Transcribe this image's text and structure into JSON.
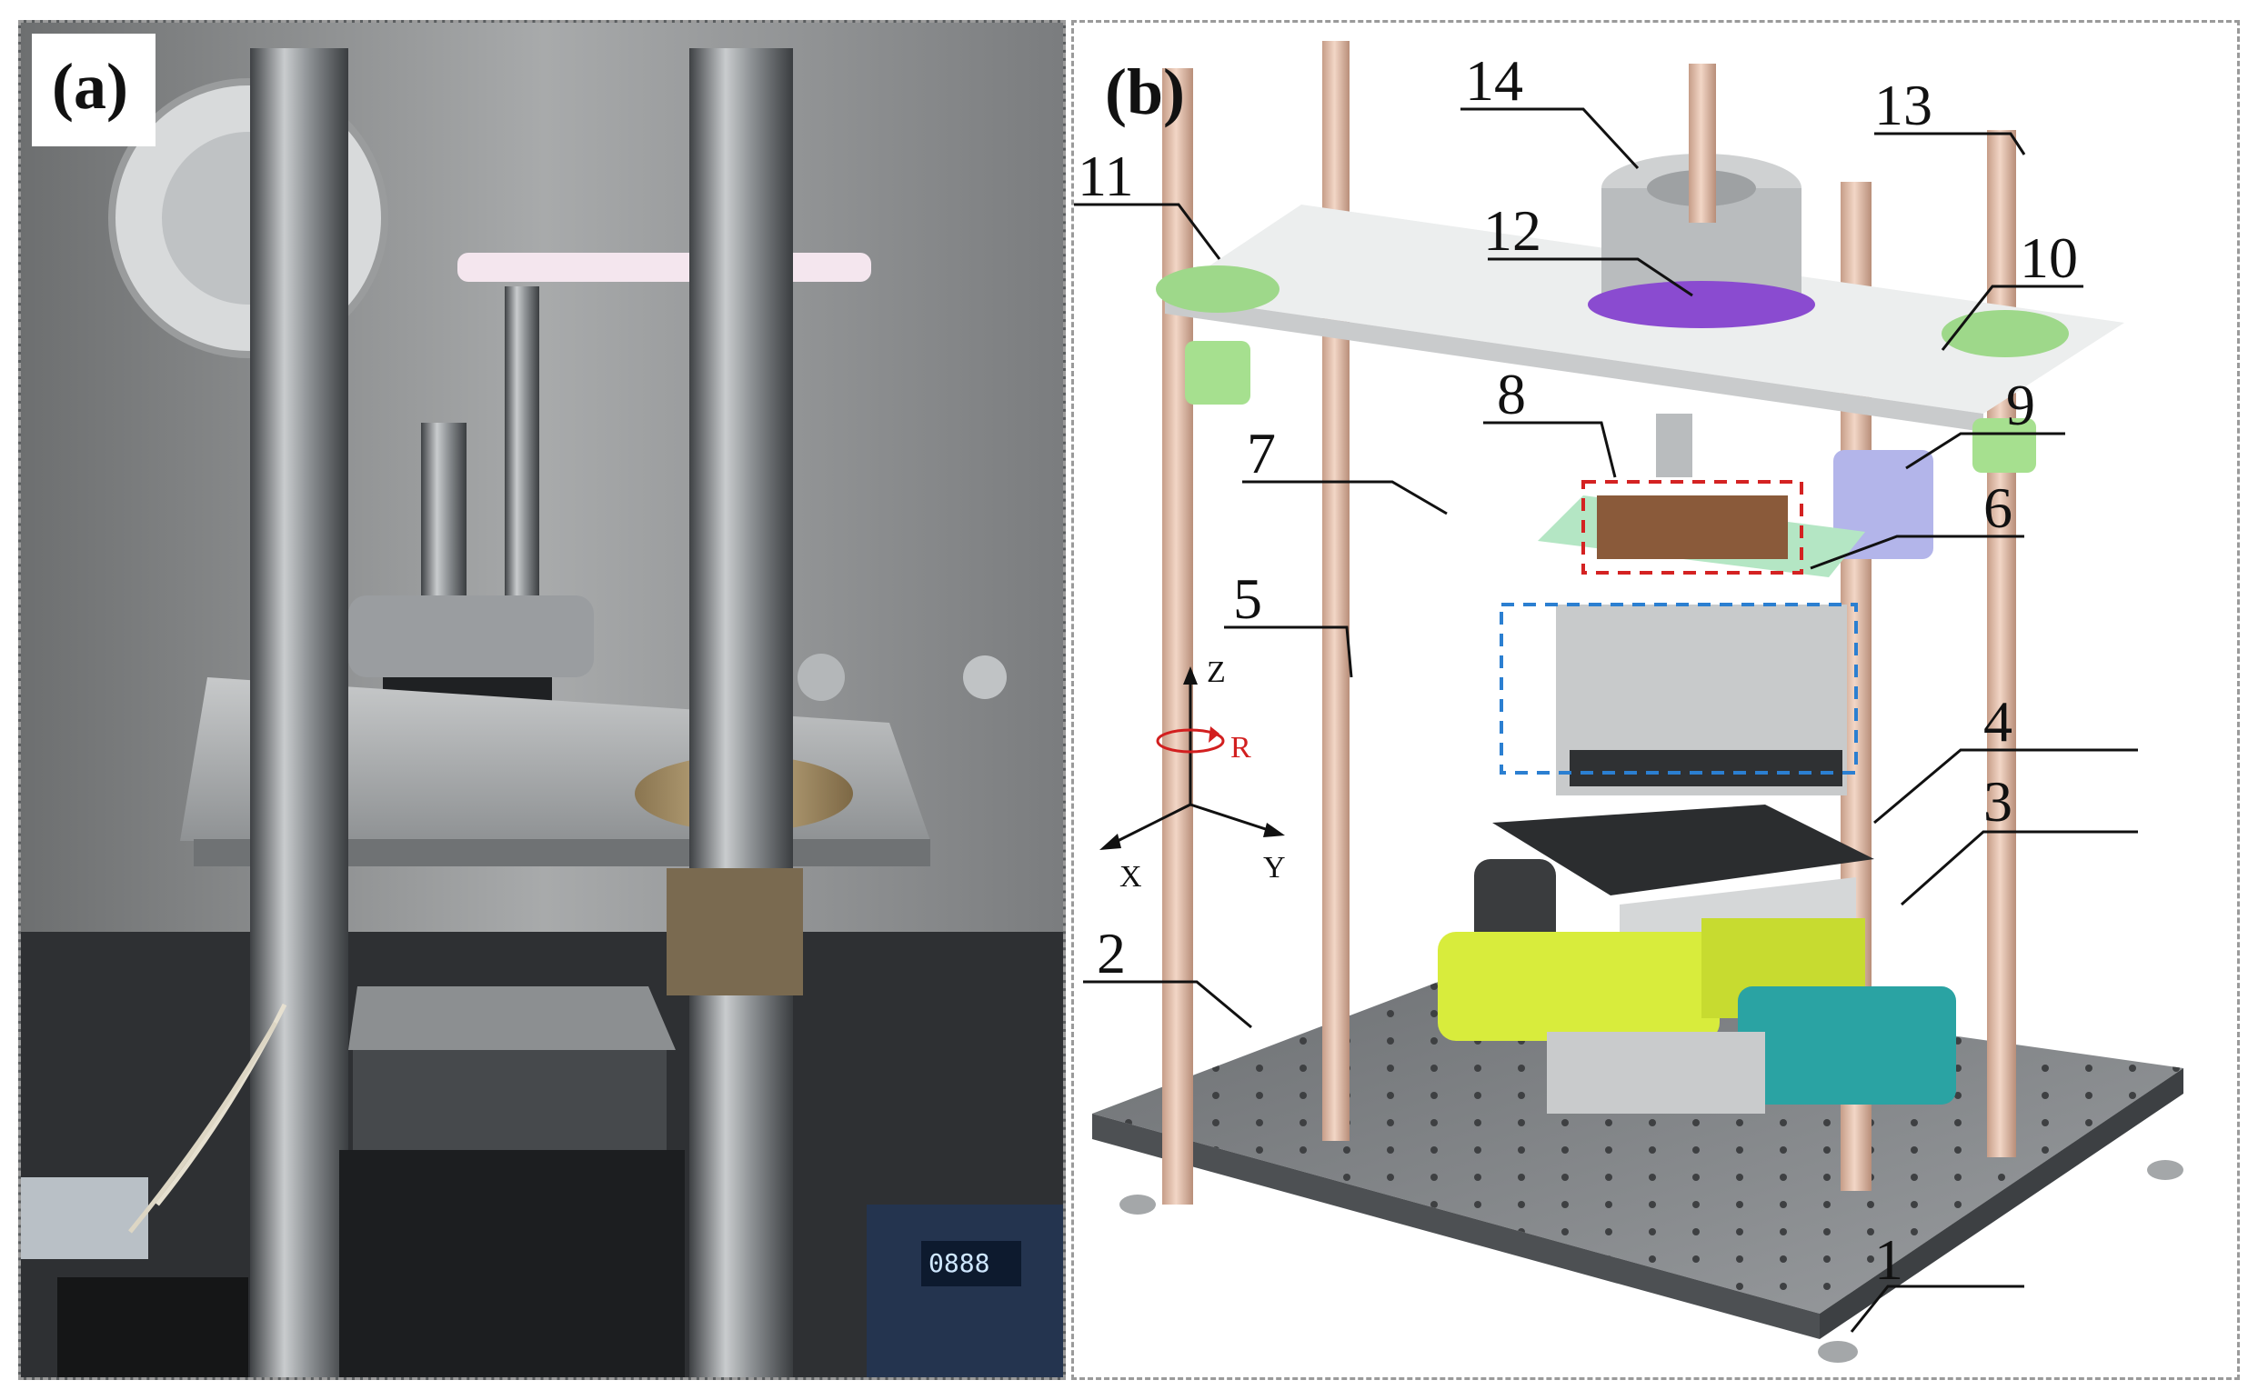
{
  "panels": {
    "a": {
      "tag": "(a)"
    },
    "b": {
      "tag": "(b)"
    }
  },
  "display": {
    "digits": "0888"
  },
  "axes": {
    "z": "Z",
    "x": "X",
    "y": "Y",
    "rotation": "R"
  },
  "callouts": [
    {
      "id": "1",
      "label": "1"
    },
    {
      "id": "2",
      "label": "2"
    },
    {
      "id": "3",
      "label": "3"
    },
    {
      "id": "4",
      "label": "4"
    },
    {
      "id": "5",
      "label": "5"
    },
    {
      "id": "6",
      "label": "6"
    },
    {
      "id": "7",
      "label": "7"
    },
    {
      "id": "8",
      "label": "8"
    },
    {
      "id": "9",
      "label": "9"
    },
    {
      "id": "10",
      "label": "10"
    },
    {
      "id": "11",
      "label": "11"
    },
    {
      "id": "12",
      "label": "12"
    },
    {
      "id": "13",
      "label": "13"
    },
    {
      "id": "14",
      "label": "14"
    }
  ],
  "colors": {
    "rod": "#e8c4b0",
    "flange": "#9ed88a",
    "upper_plate": "#eef0f0",
    "base_plate": "#7d8083",
    "motor_yellow": "#d8ec3c",
    "motor_teal": "#2aa3a3",
    "red_box": "#d42222",
    "blue_box": "#2b7fd1"
  }
}
